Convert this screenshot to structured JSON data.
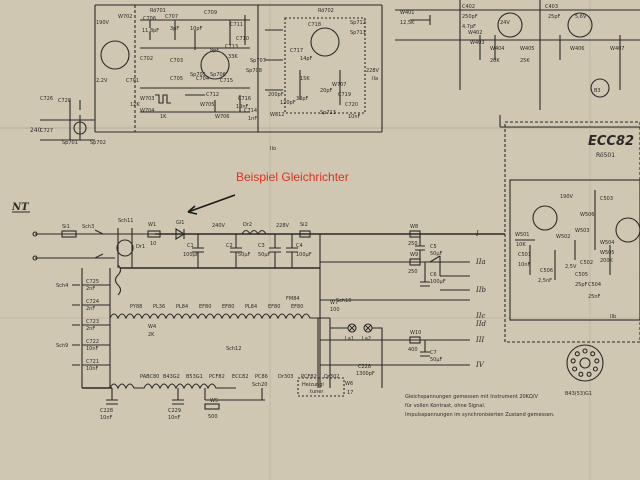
{
  "annotation": {
    "text": "Beispiel Gleichrichter",
    "color": "#e0301e",
    "arrow_target": "Gl1"
  },
  "sections": {
    "nt": "NT",
    "tube_block": "ECC82",
    "tube_block_ref": "Rö501",
    "top_block_ref": "Rö702",
    "top_block_ref_left": "Rö701",
    "mains_voltage": "240"
  },
  "rectifier": {
    "fuse": "Si1",
    "switch1": "Sch3",
    "switch2": "Sch11",
    "resistor": "W1",
    "resistor_value": "10",
    "diode": "Gl1",
    "choke": "Dr1",
    "choke2": "Dr2",
    "fuse2": "Si2",
    "v1": "240V",
    "v2": "228V",
    "c1": "C1",
    "c1_val": "100µF",
    "c2": "C2",
    "c2_val": "50µF",
    "c3": "C3",
    "c3_val": "50µF",
    "c4": "C4",
    "c4_val": "100µF"
  },
  "outputs": [
    {
      "res": "W8",
      "val": "250",
      "cap": "C5",
      "cap_val": "50µF",
      "label": "I"
    },
    {
      "res": "W9",
      "val": "250",
      "cap": "C6",
      "cap_val": "100µF",
      "label": "IIa"
    },
    {
      "res": "",
      "val": "",
      "cap": "",
      "cap_val": "",
      "label": "IIb"
    },
    {
      "res": "",
      "val": "",
      "cap": "",
      "cap_val": "",
      "label": "IIc"
    },
    {
      "res": "",
      "val": "",
      "cap": "",
      "cap_val": "",
      "label": "IId"
    },
    {
      "res": "W10",
      "val": "400",
      "cap": "C7",
      "cap_val": "50µF",
      "label": "III"
    },
    {
      "res": "",
      "val": "",
      "cap": "",
      "cap_val": "",
      "label": "IV"
    }
  ],
  "heater_chain": {
    "tubes_row1": [
      "PY88",
      "PL36",
      "PL84",
      "EF80",
      "EF80",
      "PL84",
      "EF80",
      "EF80"
    ],
    "tubes_row2": [
      "PABC80",
      "B43G2",
      "B53G1",
      "PCF82",
      "ECC82",
      "PC86",
      "Dr303",
      "PCF82",
      "Dr302"
    ],
    "fm": "FM84",
    "sch10": "Sch10",
    "sch12": "Sch12",
    "sch20": "Sch20",
    "w4": "W4",
    "w4_val": "2K",
    "w5": "W5",
    "w5_val": "500",
    "w6": "W6",
    "w6_val": "17",
    "w7": "W7",
    "w7_val": "100",
    "la1": "La1",
    "la2": "La2",
    "c228": "C228",
    "c228_val": "10nF",
    "c229": "C229",
    "c229_val": "10nF",
    "c228b": "C228",
    "c228b_val": "1300pF",
    "heizung": "Heizungl",
    "tuner": "tuner"
  },
  "left_caps": [
    {
      "name": "C725",
      "val": "2nF",
      "sw": "Sch4"
    },
    {
      "name": "C724",
      "val": "2nF",
      "sw": ""
    },
    {
      "name": "C723",
      "val": "2nF",
      "sw": ""
    },
    {
      "name": "C722",
      "val": "10nF",
      "sw": "Sch9"
    },
    {
      "name": "C721",
      "val": "10nF",
      "sw": ""
    }
  ],
  "top_block": {
    "labels": [
      "W702",
      "C706",
      "C707",
      "C709",
      "C711",
      "C710",
      "C713",
      "C716",
      "C714",
      "Sp708",
      "Sp707",
      "C717",
      "C718",
      "W707",
      "C719",
      "C720",
      "Sp712",
      "Sp711",
      "Sp713",
      "W703",
      "W704",
      "W705",
      "W706",
      "C701",
      "C702",
      "C703",
      "C704",
      "C705",
      "C712",
      "C715",
      "C726",
      "C727",
      "C728",
      "Sp701",
      "Sp702",
      "Sp705",
      "Sp706",
      "W812"
    ],
    "values": [
      "11,8pF",
      "3pF",
      "10pF",
      "8pF",
      "33K",
      "10nF",
      "1nF",
      "120pF",
      "14pF",
      "228V",
      "IIa",
      "IIo",
      "10nF",
      "15K",
      "30pF",
      "20pF",
      "200pF",
      "12K",
      "1K",
      "2,2V",
      "190V"
    ]
  },
  "top_right": {
    "labels": [
      "W401",
      "C402",
      "C403",
      "W402",
      "W403",
      "W404",
      "W405",
      "W406",
      "W407",
      "B3"
    ],
    "values": [
      "12,5K",
      "250pF",
      "25pF",
      "4,7pF",
      "20K",
      "25K",
      "24V",
      "5,6V"
    ]
  },
  "tube_block": {
    "labels": [
      "W501",
      "W502",
      "W503",
      "W504",
      "W505",
      "W506",
      "C501",
      "C502",
      "C503",
      "C504",
      "C505",
      "C506",
      "IIb"
    ],
    "values": [
      "190V",
      "10K",
      "200K",
      "2,5V",
      "10nF",
      "25nF",
      "25pF",
      "2,5nF"
    ]
  },
  "socket": {
    "label": "B43(53)G1"
  },
  "notes": [
    "Gleichspannungen gemessen mit Instrument 20KΩ/V",
    "für vollen Kontrast, ohne Signal.",
    "Impulsspannungen im synchronisierten Zustand gemessen."
  ]
}
